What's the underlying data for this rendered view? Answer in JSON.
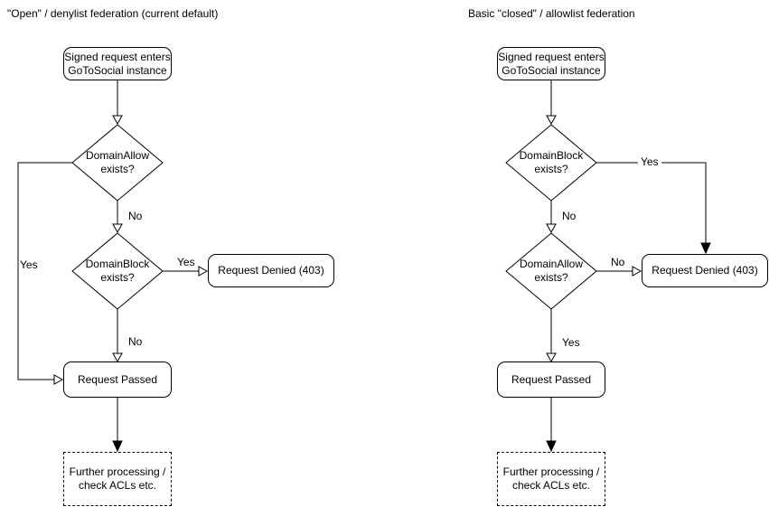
{
  "colors": {
    "stroke": "#000000",
    "node_fill": "#ffffff",
    "text": "#000000",
    "background": "#ffffff"
  },
  "left": {
    "title": "\"Open\" / denylist federation (current default)",
    "nodes": {
      "start": "Signed request enters\nGoToSocial instance",
      "decision1": "DomainAllow\nexists?",
      "decision2": "DomainBlock\nexists?",
      "denied": "Request Denied (403)",
      "passed": "Request Passed",
      "further": "Further processing /\ncheck ACLs etc."
    },
    "labels": {
      "loop_yes": "Yes",
      "decision1_no": "No",
      "decision2_yes": "Yes",
      "decision2_no": "No"
    }
  },
  "right": {
    "title": "Basic \"closed\" / allowlist federation",
    "nodes": {
      "start": "Signed request enters\nGoToSocial instance",
      "decision1": "DomainBlock\nexists?",
      "decision2": "DomainAllow\nexists?",
      "denied": "Request Denied (403)",
      "passed": "Request Passed",
      "further": "Further processing /\ncheck ACLs etc."
    },
    "labels": {
      "decision1_yes": "Yes",
      "decision1_no": "No",
      "decision2_no": "No",
      "decision2_yes": "Yes"
    }
  }
}
